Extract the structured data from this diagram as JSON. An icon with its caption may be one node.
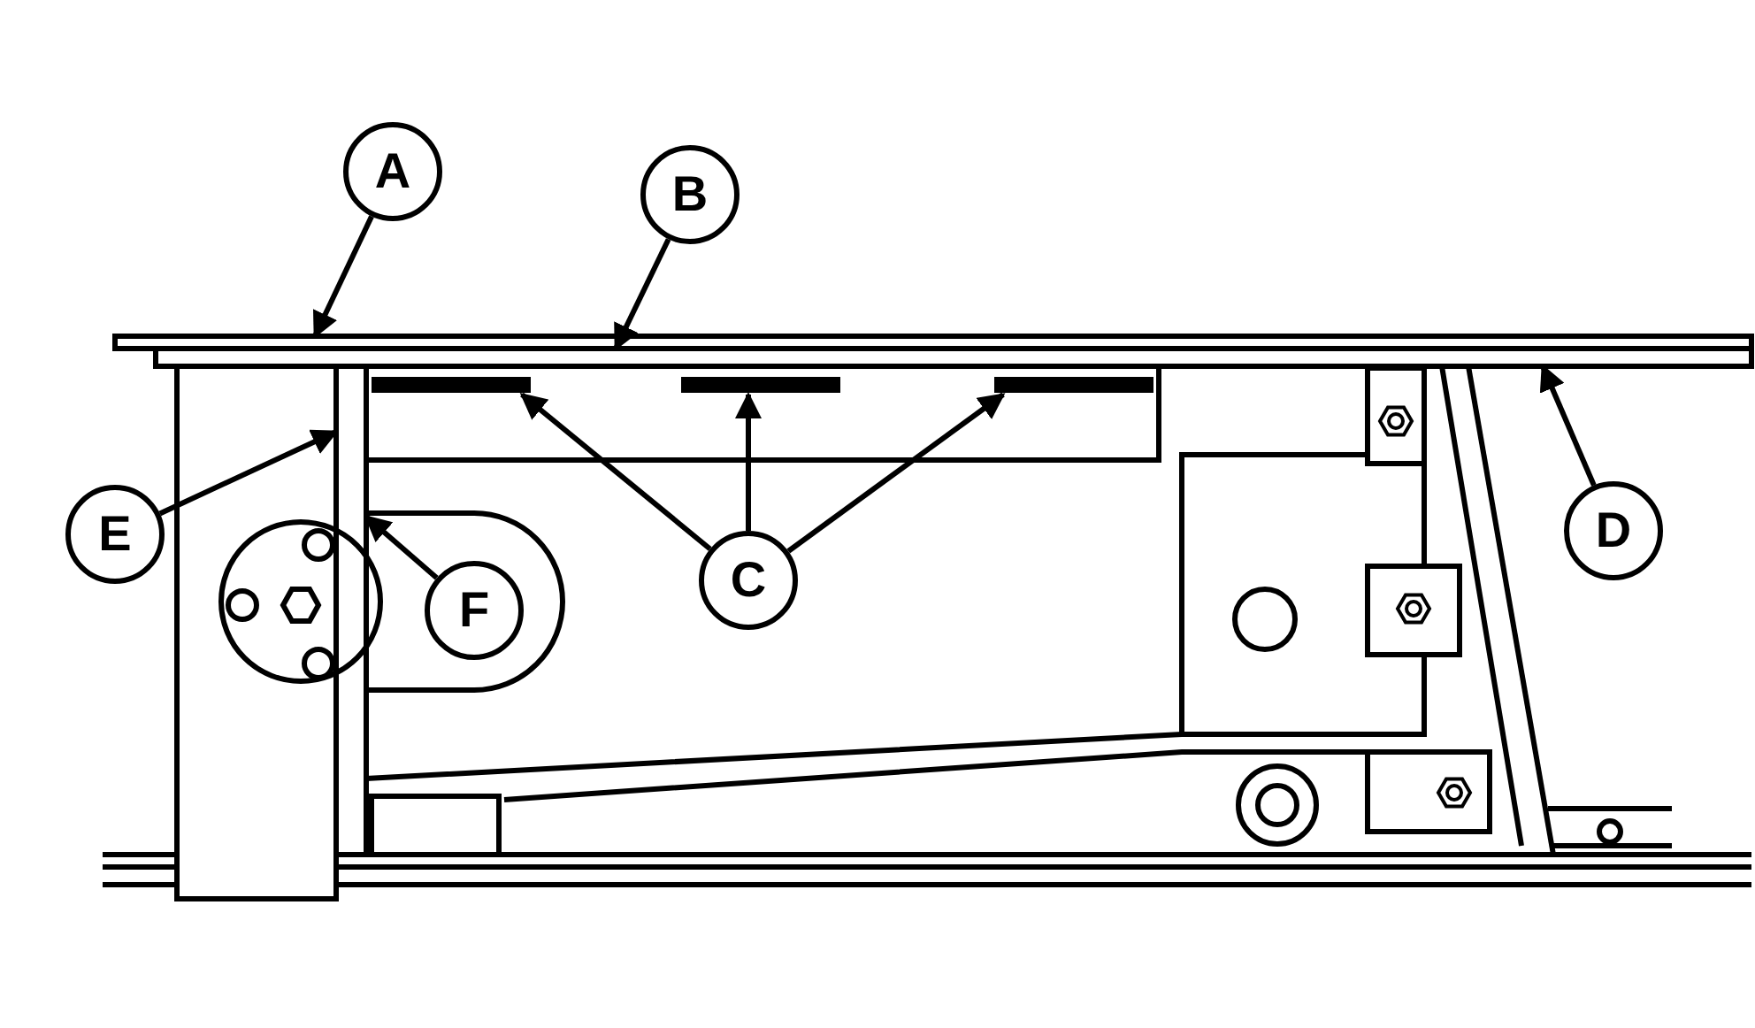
{
  "diagram": {
    "nodes": [
      {
        "text": [
          "A"
        ]
      },
      {
        "text": [
          "B"
        ]
      },
      {
        "text": [],
        "shape": "bar"
      },
      {
        "text": [],
        "shape": "bar"
      },
      {
        "text": [],
        "shape": "bar"
      },
      {
        "text": [
          "E"
        ]
      },
      {
        "text": [
          "F"
        ]
      },
      {
        "text": [
          "C"
        ]
      },
      {
        "text": [
          "D"
        ]
      },
      {
        "text": [],
        "shape": "box"
      },
      {
        "text": [],
        "shape": "box"
      },
      {
        "text": [],
        "shape": "box"
      }
    ],
    "edges": [
      {
        "from": 0,
        "to": 9,
        "arrow": "to"
      },
      {
        "from": 1,
        "to": 10,
        "arrow": "to"
      },
      {
        "from": 7,
        "to": 2,
        "arrow": "to"
      },
      {
        "from": 7,
        "to": 3,
        "arrow": "to"
      },
      {
        "from": 7,
        "to": 4,
        "arrow": "to"
      },
      {
        "from": 8,
        "to": 10,
        "arrow": "to"
      },
      {
        "from": 5,
        "to": 11,
        "arrow": "to"
      },
      {
        "from": 6,
        "to": 11,
        "arrow": "to"
      }
    ]
  }
}
